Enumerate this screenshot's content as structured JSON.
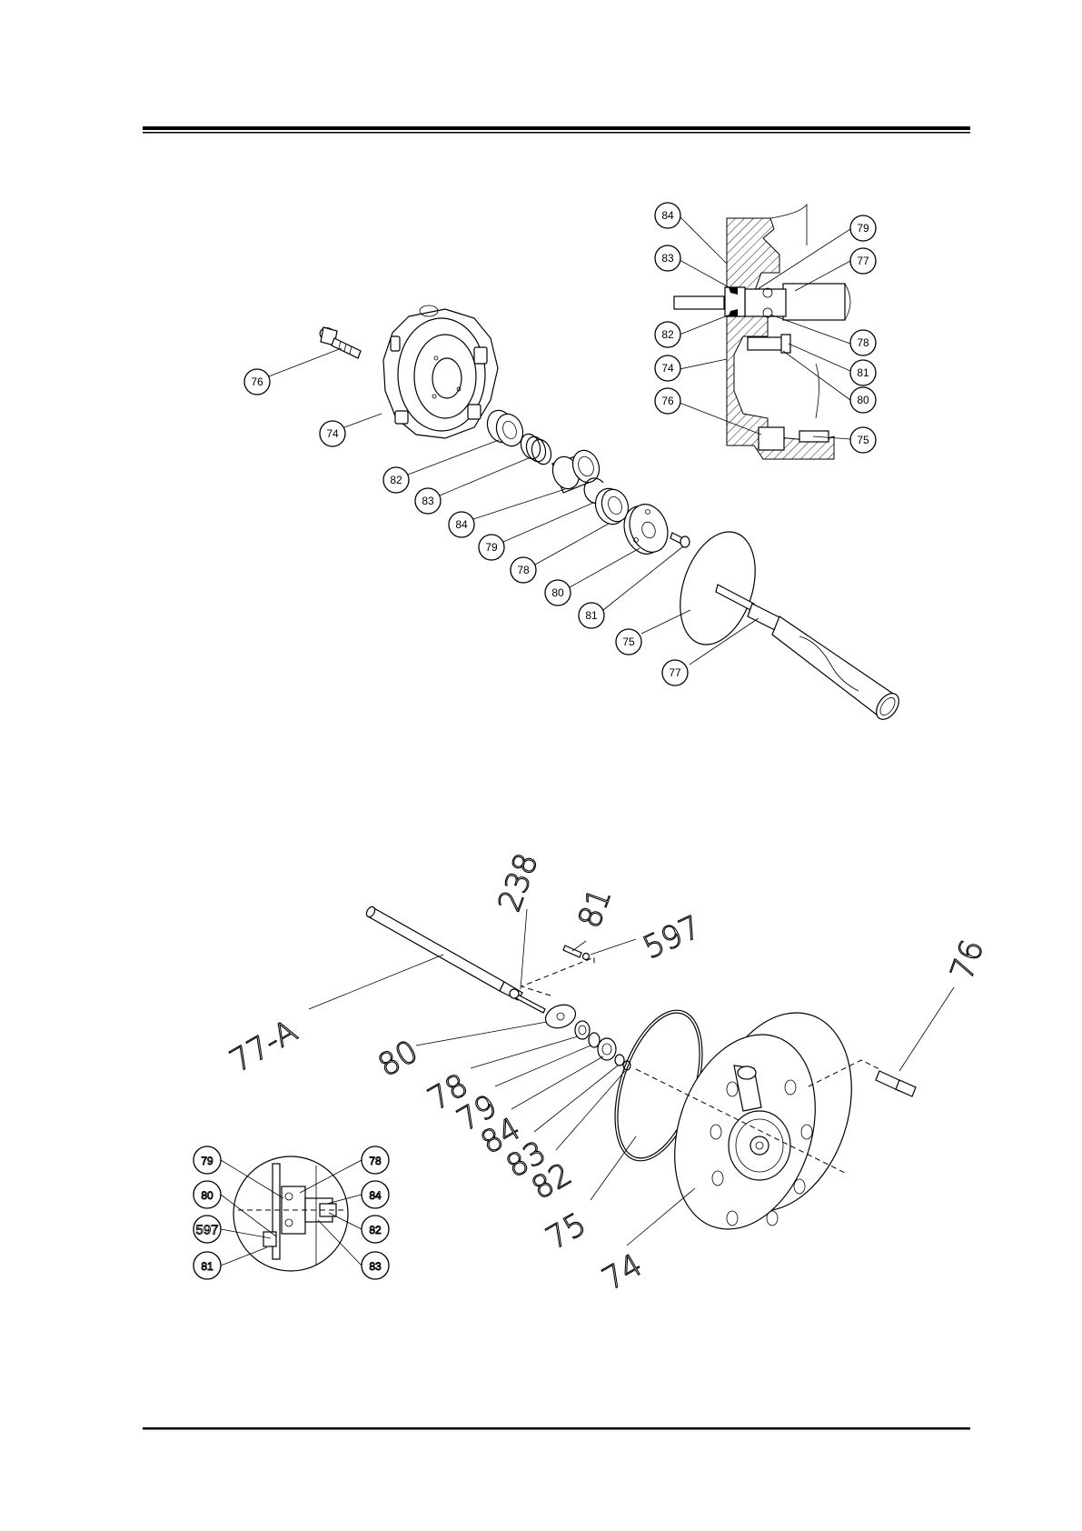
{
  "diagram_top": {
    "exploded_callouts": [
      "76",
      "74",
      "82",
      "83",
      "84",
      "79",
      "78",
      "80",
      "81",
      "75",
      "77"
    ],
    "section_callouts_left": [
      "84",
      "83",
      "82",
      "74",
      "76"
    ],
    "section_callouts_right": [
      "79",
      "77",
      "78",
      "81",
      "80",
      "75"
    ]
  },
  "diagram_bottom": {
    "labels": [
      "238",
      "81",
      "597",
      "76",
      "77-A",
      "80",
      "78",
      "79",
      "84",
      "83",
      "82",
      "75",
      "74"
    ],
    "detail_left": [
      "79",
      "80",
      "597",
      "81"
    ],
    "detail_right": [
      "78",
      "84",
      "82",
      "83"
    ]
  }
}
